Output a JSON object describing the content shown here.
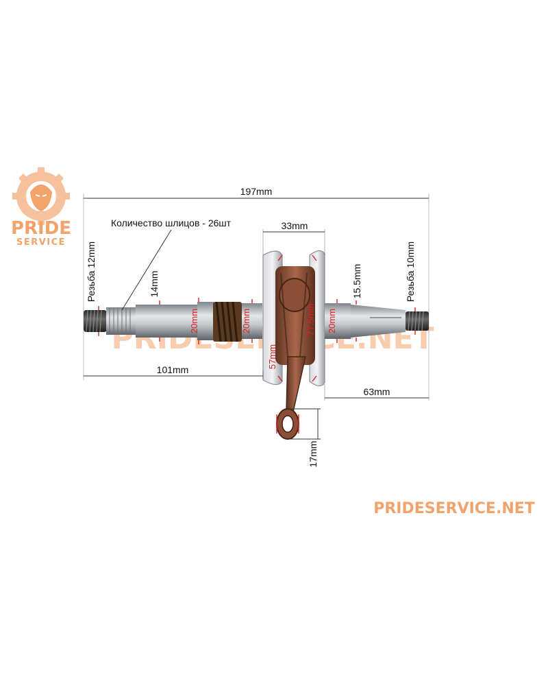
{
  "logo": {
    "line1": "PRIDE",
    "line2": "SERVICE"
  },
  "watermark_center": "PRIDESERVICE.NET",
  "watermark_bottom": "PRIDESERVICE.NET",
  "labels": {
    "total_length": "197mm",
    "splines": "Количество шлицов - 26шт",
    "web_width": "33mm",
    "thread_left": "Резьба 12mm",
    "thread_right": "Резьба 10mm",
    "shaft_14": "14mm",
    "shaft_15_5": "15.5mm",
    "bearing_left_a": "20mm",
    "bearing_left_b": "20mm",
    "bearing_right": "20mm",
    "flywheel_dia": "77.5mm",
    "inner_dia": "57mm",
    "left_length": "101mm",
    "right_length": "63mm",
    "rod_small_end": "17mm"
  },
  "colors": {
    "accent_orange": "#f2a36b",
    "dimension_red": "#e02020",
    "dimension_line": "#333333",
    "copper": "#8a4f36",
    "steel": "#b8bcc0"
  }
}
